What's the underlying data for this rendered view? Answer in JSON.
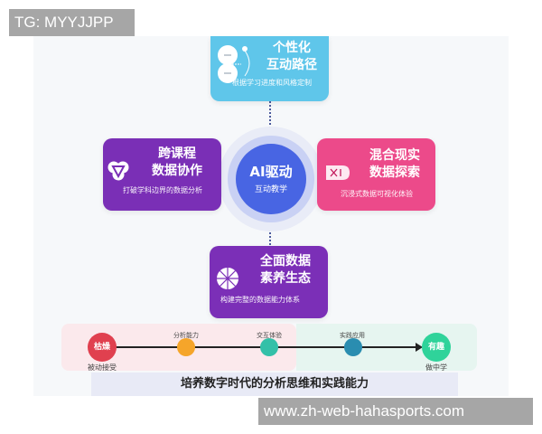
{
  "watermarks": {
    "top_left": "TG: MYYJJPP",
    "bottom_right": "www.zh-web-hahasports.com"
  },
  "hub": {
    "title": "AI驱动",
    "subtitle": "互动教学",
    "color": "#4865e3"
  },
  "cards": {
    "top": {
      "title_line1": "个性化",
      "title_line2": "互动路径",
      "subtitle": "根据学习进度和风格定制",
      "icon": "toggle-nodes-icon",
      "color": "#5fc6ea"
    },
    "left": {
      "title_line1": "跨课程",
      "title_line2": "数据协作",
      "subtitle": "打破学科边界的数据分析",
      "icon": "venn-triangle-icon",
      "color": "#7a2fb6"
    },
    "right": {
      "title_line1": "混合现实",
      "title_line2": "数据探索",
      "subtitle": "沉浸式数据可视化体验",
      "icon": "xr-headset-icon",
      "color": "#ec4a8a"
    },
    "bottom": {
      "title_line1": "全面数据",
      "title_line2": "素养生态",
      "subtitle": "构建完整的数据能力体系",
      "icon": "wheel-icon",
      "color": "#7b2fb7"
    }
  },
  "timeline": {
    "start": {
      "label": "枯燥",
      "caption": "被动接受",
      "color": "#e0404f"
    },
    "steps": [
      {
        "label": "分析能力",
        "color": "#f5a52a"
      },
      {
        "label": "交互体验",
        "color": "#33c0a8"
      },
      {
        "label": "实践应用",
        "color": "#2a8db0"
      }
    ],
    "end": {
      "label": "有趣",
      "caption": "做中学",
      "color": "#2fd39a"
    }
  },
  "banner": {
    "text": "培养数字时代的分析思维和实践能力"
  }
}
